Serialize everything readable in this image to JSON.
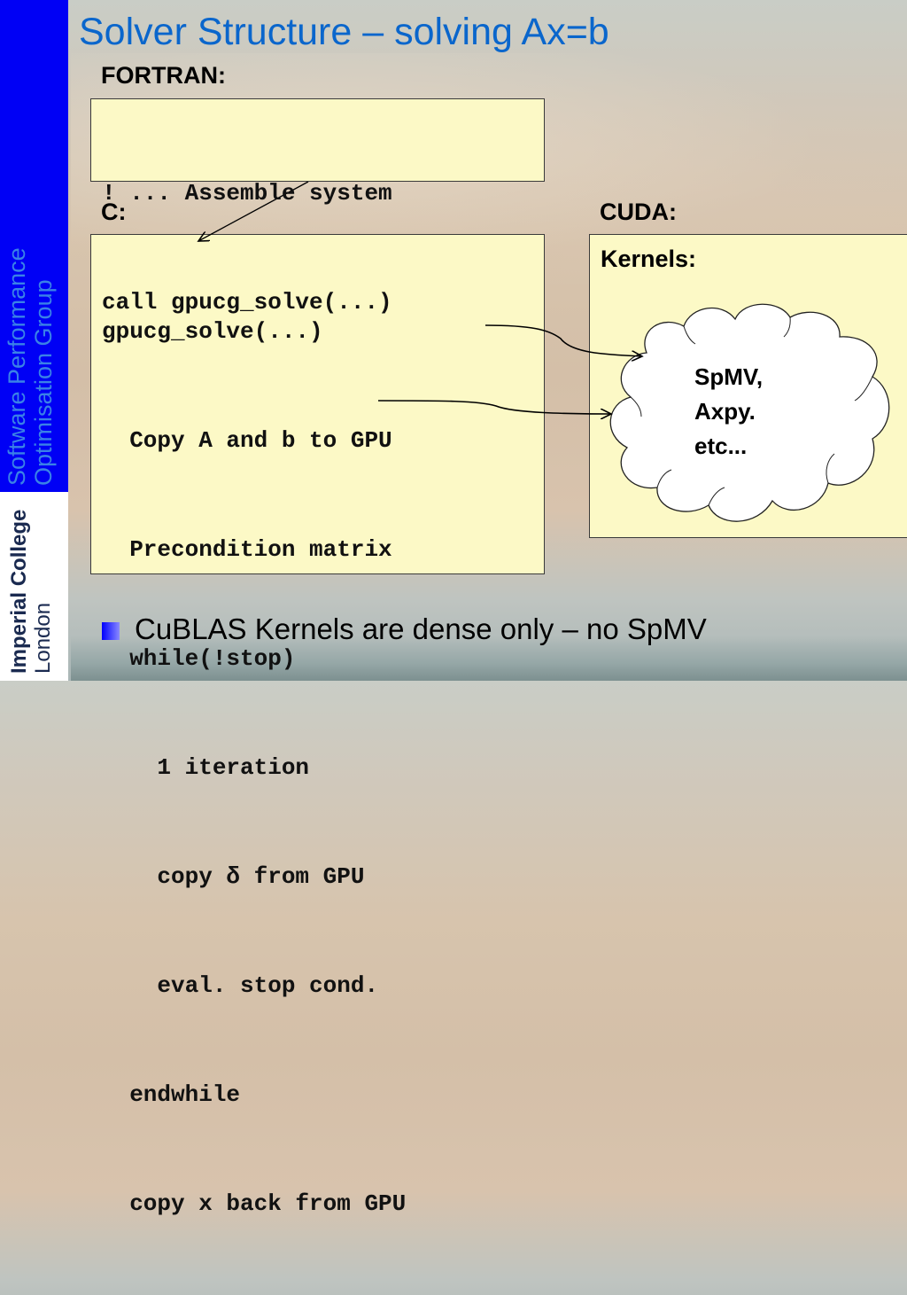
{
  "sidebar": {
    "group_line1": "Software Performance",
    "group_line2": "Optimisation Group",
    "logo_line1": "Imperial College",
    "logo_line2": "London",
    "color": "#0000f5"
  },
  "title": "Solver Structure – solving Ax=b",
  "fortran": {
    "label": "FORTRAN:",
    "lines": [
      "! ... Assemble system",
      "call gpucg_solve(...)"
    ]
  },
  "c": {
    "label": "C:",
    "lines": [
      "gpucg_solve(...)",
      "  Copy A and b to GPU",
      "  Precondition matrix",
      "  while(!stop)",
      "    1 iteration",
      "    copy δ from GPU",
      "    eval. stop cond.",
      "  endwhile",
      "  copy x back from GPU"
    ]
  },
  "cuda": {
    "label": "CUDA:",
    "kernels_label": "Kernels:",
    "cloud_lines": [
      "SpMV,",
      "Axpy.",
      "etc..."
    ]
  },
  "bullet": "CuBLAS Kernels are dense only – no SpMV",
  "colors": {
    "title": "#0a66cc",
    "box_fill": "#fcf9c6"
  }
}
